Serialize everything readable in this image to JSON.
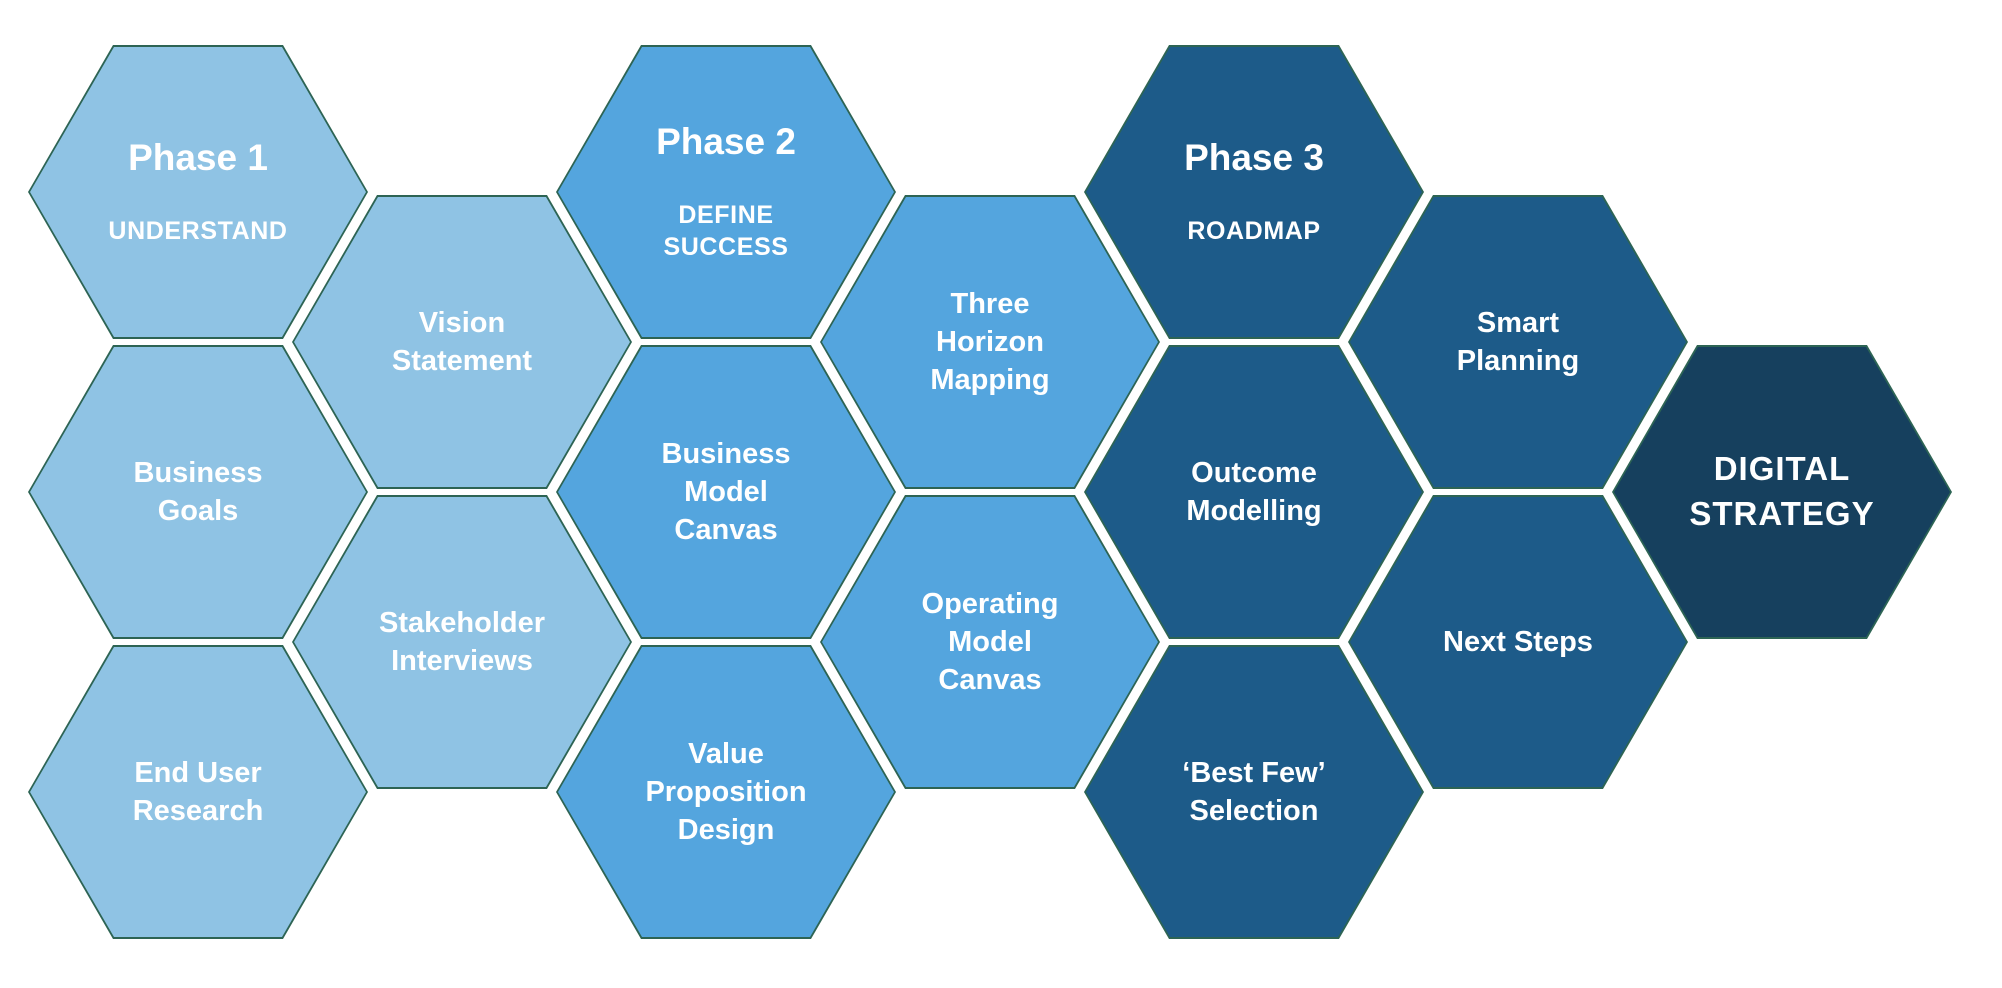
{
  "colors": {
    "phase1": "#8fc3e4",
    "phase2": "#54a5de",
    "phase3": "#1d5b89",
    "final": "#16405e",
    "border": "#2d6454",
    "text": "#ffffff",
    "bg": "#ffffff"
  },
  "hexagons": [
    {
      "id": "phase-1",
      "title": "Phase 1",
      "subtitle": "UNDERSTAND"
    },
    {
      "id": "business-goals",
      "label": "Business\nGoals"
    },
    {
      "id": "end-user-research",
      "label": "End User\nResearch"
    },
    {
      "id": "vision-statement",
      "label": "Vision\nStatement"
    },
    {
      "id": "stakeholder-interviews",
      "label": "Stakeholder\nInterviews"
    },
    {
      "id": "phase-2",
      "title": "Phase 2",
      "subtitle": "DEFINE\nSUCCESS"
    },
    {
      "id": "business-model-canvas",
      "label": "Business\nModel\nCanvas"
    },
    {
      "id": "value-proposition-design",
      "label": "Value\nProposition\nDesign"
    },
    {
      "id": "three-horizon-mapping",
      "label": "Three\nHorizon\nMapping"
    },
    {
      "id": "operating-model-canvas",
      "label": "Operating\nModel\nCanvas"
    },
    {
      "id": "phase-3",
      "title": "Phase 3",
      "subtitle": "ROADMAP"
    },
    {
      "id": "outcome-modelling",
      "label": "Outcome\nModelling"
    },
    {
      "id": "best-few-selection",
      "label": "‘Best Few’\nSelection"
    },
    {
      "id": "smart-planning",
      "label": "Smart\nPlanning"
    },
    {
      "id": "next-steps",
      "label": "Next Steps"
    },
    {
      "id": "digital-strategy",
      "label": "DIGITAL\nSTRATEGY"
    }
  ]
}
